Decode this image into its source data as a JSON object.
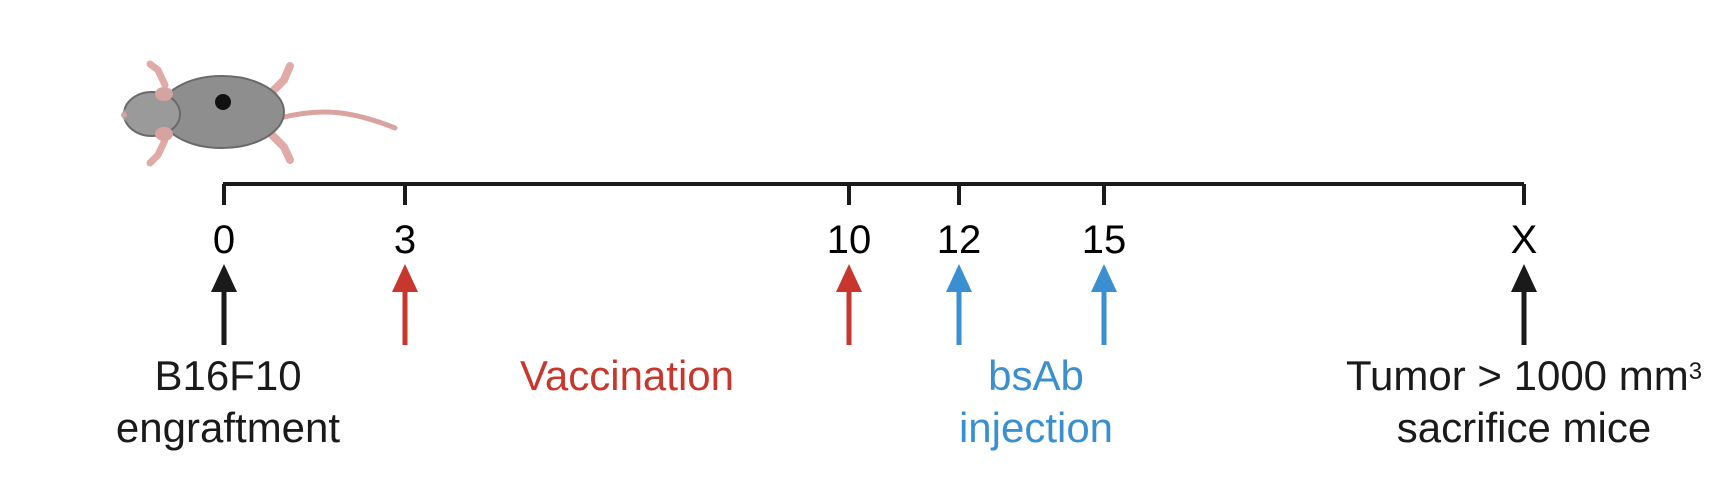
{
  "colors": {
    "black": "#1a1a1a",
    "red": "#c8372d",
    "blue": "#3a8fd1"
  },
  "ticks": [
    {
      "label": "0",
      "color": "black"
    },
    {
      "label": "3",
      "color": "red"
    },
    {
      "label": "10",
      "color": "red"
    },
    {
      "label": "12",
      "color": "blue"
    },
    {
      "label": "15",
      "color": "blue"
    },
    {
      "label": "X",
      "color": "black"
    }
  ],
  "events": {
    "engraftment": {
      "line1": "B16F10",
      "line2": "engraftment"
    },
    "vaccination": {
      "line1": "Vaccination"
    },
    "bsab": {
      "line1": "bsAb",
      "line2": "injection"
    },
    "endpoint": {
      "line1": "Tumor > 1000 mm",
      "line1_sup": "3",
      "line2": "sacrifice mice"
    }
  },
  "icons": {
    "mouse": "mouse-icon"
  }
}
